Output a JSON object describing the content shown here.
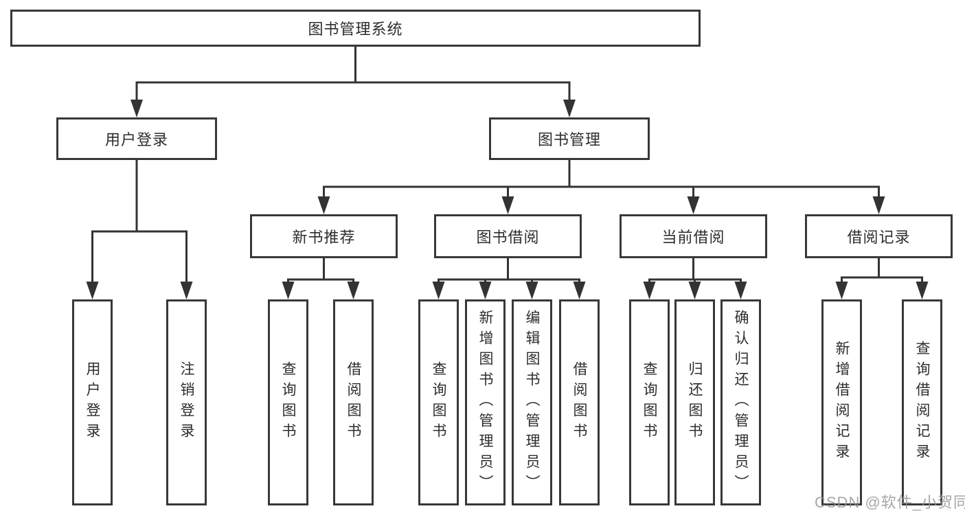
{
  "tree": {
    "root": {
      "label": "图书管理系统",
      "children": [
        {
          "label": "用户登录",
          "children": [
            {
              "label": "用户登录"
            },
            {
              "label": "注销登录"
            }
          ]
        },
        {
          "label": "图书管理",
          "children": [
            {
              "label": "新书推荐",
              "children": [
                {
                  "label": "查询图书"
                },
                {
                  "label": "借阅图书"
                }
              ]
            },
            {
              "label": "图书借阅",
              "children": [
                {
                  "label": "查询图书"
                },
                {
                  "label": "新增图书（管理员）"
                },
                {
                  "label": "编辑图书（管理员）"
                },
                {
                  "label": "借阅图书"
                }
              ]
            },
            {
              "label": "当前借阅",
              "children": [
                {
                  "label": "查询图书"
                },
                {
                  "label": "归还图书"
                },
                {
                  "label": "确认归还（管理员）"
                }
              ]
            },
            {
              "label": "借阅记录",
              "children": [
                {
                  "label": "新增借阅记录"
                },
                {
                  "label": "查询借阅记录"
                }
              ]
            }
          ]
        }
      ]
    }
  },
  "watermark": {
    "text": "CSDN @软件_小贺同学",
    "color": "#949494"
  },
  "colors": {
    "background": "#ffffff",
    "line": "#333333",
    "box_border": "#383838",
    "box_fill": "#ffffff",
    "text": "#2d2d2d"
  }
}
